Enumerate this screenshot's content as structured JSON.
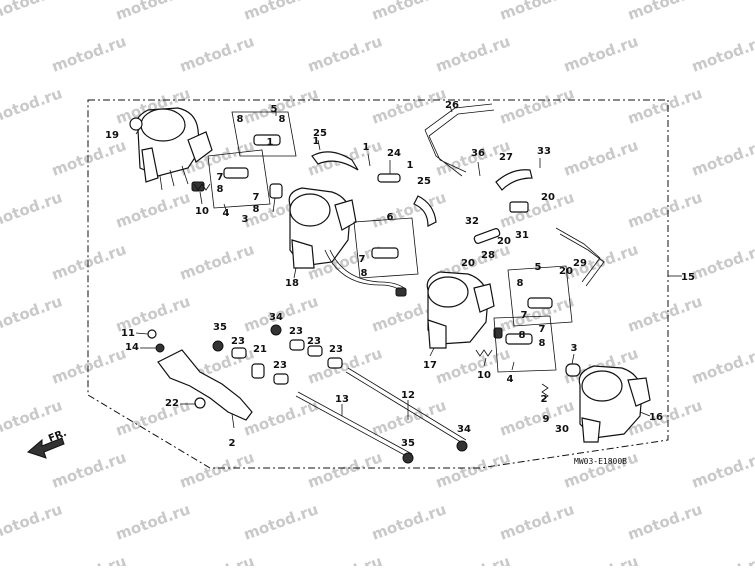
{
  "watermark": "motod.ru",
  "diagram_code": "MW03-E1800B",
  "front_label": "FR.",
  "callouts": [
    "1",
    "2",
    "3",
    "4",
    "5",
    "6",
    "7",
    "8",
    "9",
    "10",
    "11",
    "12",
    "13",
    "14",
    "15",
    "16",
    "17",
    "18",
    "19",
    "20",
    "21",
    "22",
    "23",
    "24",
    "25",
    "26",
    "27",
    "28",
    "29",
    "30",
    "31",
    "32",
    "33",
    "34",
    "35",
    "36"
  ],
  "colors": {
    "ink": "#111111",
    "watermark": "#c9c9c9",
    "paper": "#ffffff"
  }
}
